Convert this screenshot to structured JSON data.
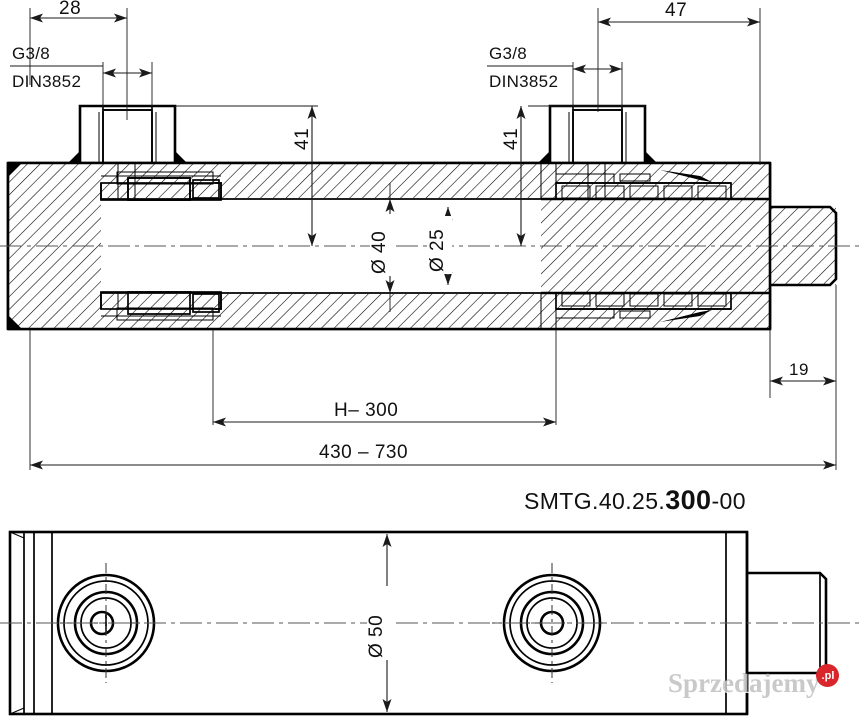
{
  "drawing": {
    "part_number_prefix": "SMTG.40.25.",
    "part_number_bold": "300",
    "part_number_suffix": "-00",
    "views": {
      "section_view": "hydraulic-cylinder-cross-section",
      "plan_view": "hydraulic-cylinder-side-view"
    }
  },
  "dimensions": {
    "port_left_offset": "28",
    "port_right_offset": "47",
    "port_height_left": "41",
    "port_height_right": "41",
    "bore_diameter": "Ø 40",
    "rod_diameter": "Ø 25",
    "stroke": "H– 300",
    "overall_length": "430 – 730",
    "rod_extension": "19",
    "body_diameter": "Ø 50"
  },
  "notes": {
    "thread_left_line1": "G3/8",
    "thread_left_line2": "DIN3852",
    "thread_right_line1": "G3/8",
    "thread_right_line2": "DIN3852"
  },
  "watermark": {
    "text": "Sprzedajemy",
    "badge": ".pl"
  },
  "colors": {
    "line": "#000000",
    "dimension": "#1a1a1a",
    "centerline": "#555555",
    "watermark_badge": "#d8262b",
    "background": "#ffffff"
  }
}
